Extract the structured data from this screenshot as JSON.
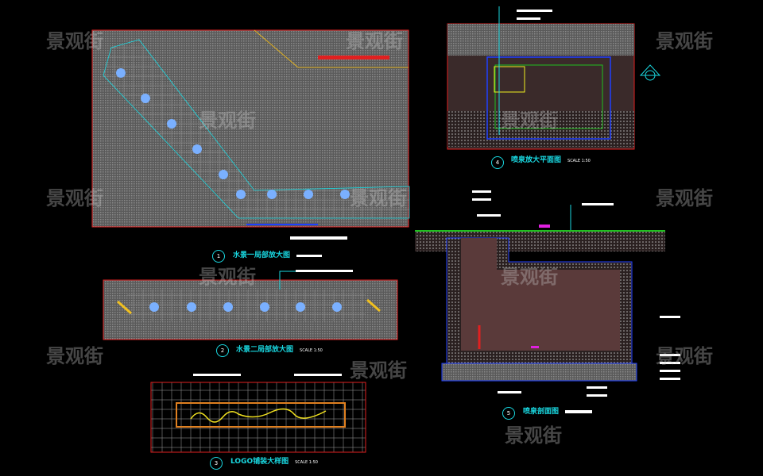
{
  "watermark": "景观街",
  "drawings": [
    {
      "number": "1",
      "title": "水景一局部放大图",
      "scale": ""
    },
    {
      "number": "2",
      "title": "水景二局部放大图",
      "scale": "SCALE 1:50"
    },
    {
      "number": "3",
      "title": "LOGO铺装大样图",
      "scale": "SCALE 1:50"
    },
    {
      "number": "4",
      "title": "喷泉放大平面图",
      "scale": "SCALE 1:50"
    },
    {
      "number": "5",
      "title": "喷泉剖面图",
      "scale": ""
    }
  ],
  "colors": {
    "background": "#000000",
    "title": "#19d7e0",
    "border": "#e02020",
    "fill": "#6e6e6e",
    "highlight": "#f0e020"
  }
}
